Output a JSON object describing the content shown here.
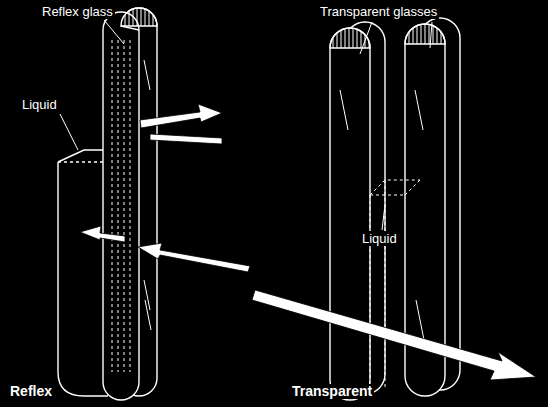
{
  "diagram": {
    "labels": [
      "Reflex glass",
      "Liquid",
      "Reflex",
      "Transparent glasses",
      "Liquid",
      "Transparent"
    ]
  }
}
